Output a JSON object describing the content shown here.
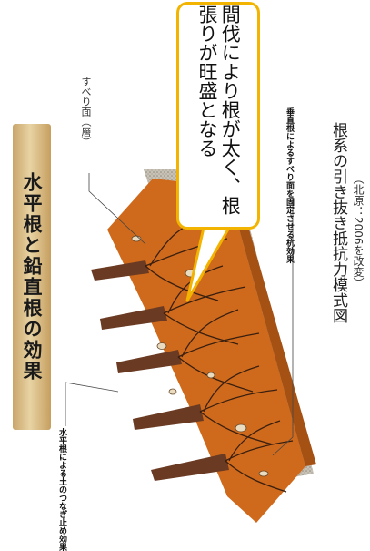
{
  "title": "水平根と鉛直根の効果",
  "callout": "間伐により根が太く、根張りが旺盛となる",
  "labels": {
    "slip_surface": "すべり面（層）",
    "horizontal_roots": "水平根による土のつなぎ止め効果",
    "vertical_roots": "垂直根によるすべり面を固定させる杭効果"
  },
  "caption": {
    "main": "根系の引き抜き抵抗力模式図",
    "source": "（北原：2006を改変）"
  },
  "colors": {
    "soil": "#cf6a1c",
    "bedrock": "#b8b2a6",
    "banner": "#d8bb82",
    "callout_border": "#f2b400",
    "roots": "#3a1f10"
  }
}
